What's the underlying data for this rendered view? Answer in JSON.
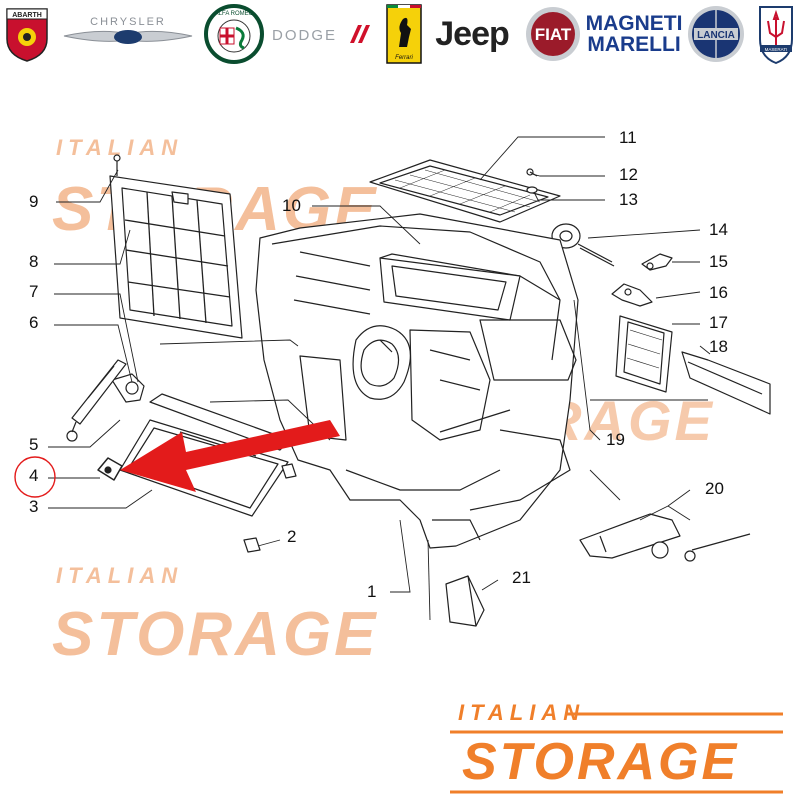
{
  "brands": [
    {
      "name": "ABARTH",
      "icon": "abarth-scorpion-icon",
      "color": "#c8102e"
    },
    {
      "name": "CHRYSLER",
      "icon": "chrysler-wings-icon",
      "color": "#8a8f96"
    },
    {
      "name": "ALFA ROMEO",
      "icon": "alfa-romeo-icon",
      "color": "#0a4d2f"
    },
    {
      "name": "DODGE",
      "icon": "dodge-stripes-icon",
      "color": "#d0102a"
    },
    {
      "name": "Ferrari",
      "icon": "ferrari-horse-icon",
      "color": "#f5d10a"
    },
    {
      "name": "Jeep",
      "icon": "jeep-wordmark",
      "color": "#111111"
    },
    {
      "name": "FIAT",
      "icon": "fiat-badge-icon",
      "color": "#9b1b2a"
    },
    {
      "name": "MAGNETI",
      "name2": "MARELLI",
      "icon": "magneti-marelli-wordmark",
      "color": "#1a3c8c"
    },
    {
      "name": "LANCIA",
      "icon": "lancia-badge-icon",
      "color": "#1a3573"
    },
    {
      "name": "MASERATI",
      "icon": "maserati-trident-icon",
      "color": "#1d3c6e"
    }
  ],
  "callouts": [
    "1",
    "2",
    "3",
    "4",
    "5",
    "6",
    "7",
    "8",
    "9",
    "10",
    "11",
    "12",
    "13",
    "14",
    "15",
    "16",
    "17",
    "18",
    "19",
    "20",
    "21"
  ],
  "highlighted_part": "4",
  "watermark": {
    "top": "ITALIAN",
    "main": "STORAGE"
  },
  "footer": {
    "top": "ITALIAN",
    "main": "STORAGE"
  },
  "colors": {
    "accent": "#f07f2a",
    "arrow": "#e31b1b",
    "watermark": "#f3b58a",
    "line": "#222222"
  }
}
